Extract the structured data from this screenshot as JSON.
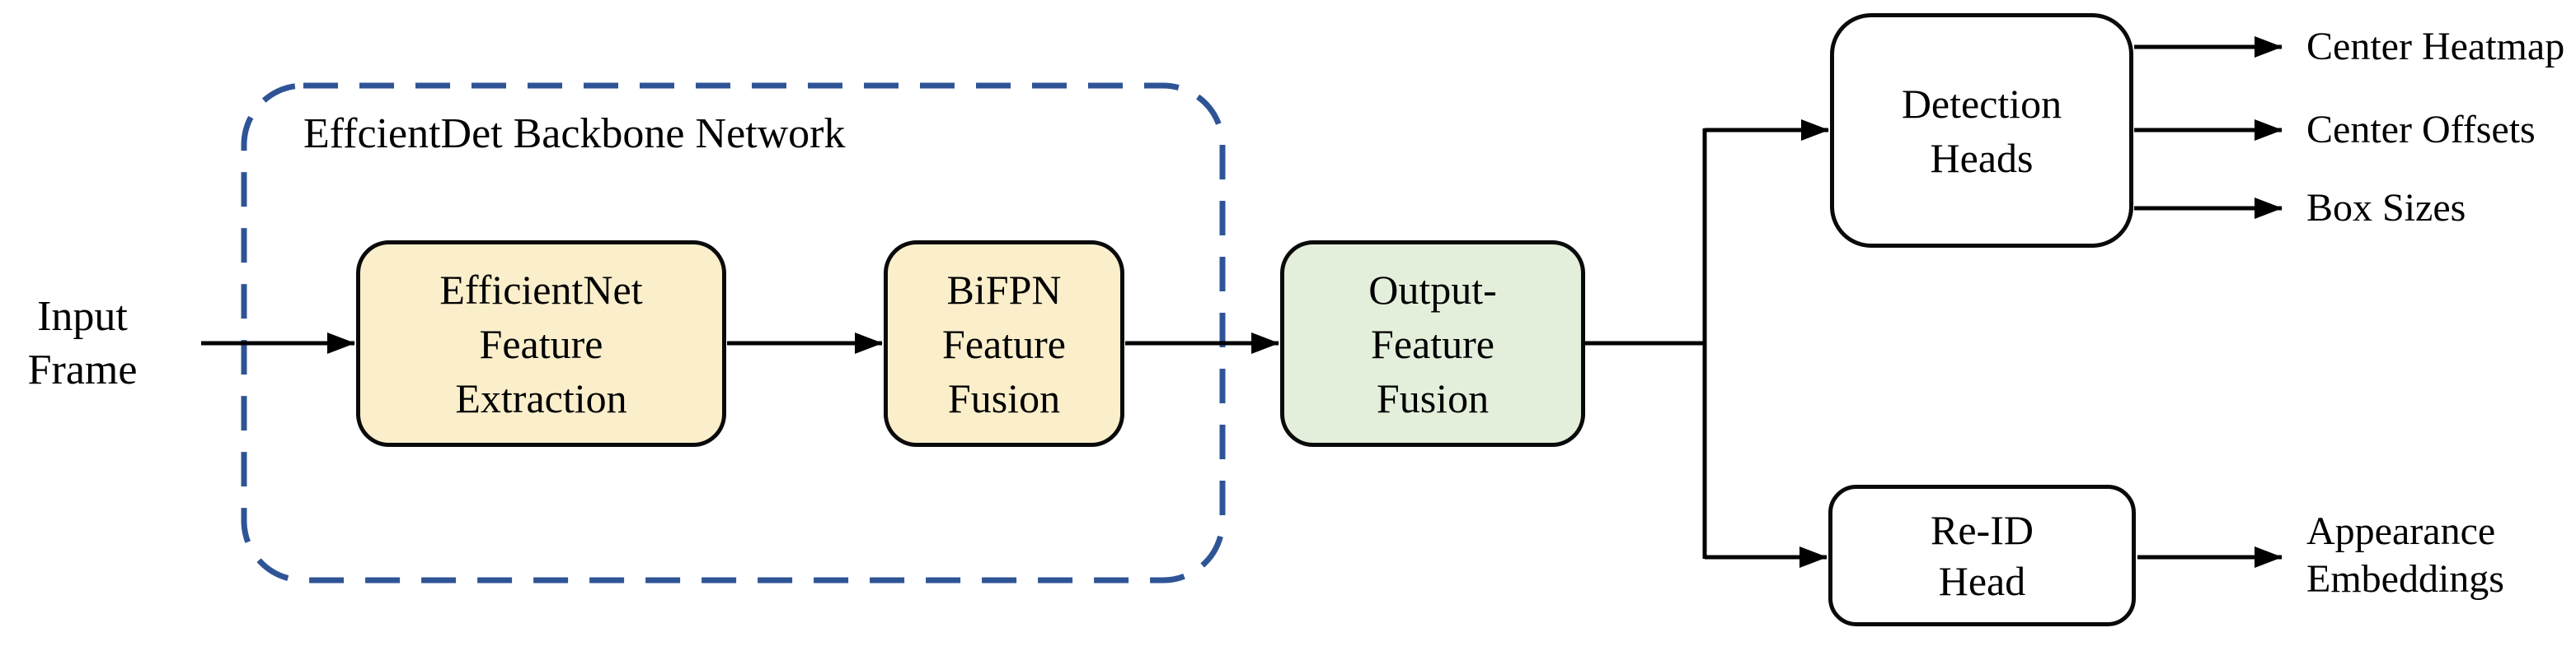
{
  "diagram": {
    "input_label": "Input\nFrame",
    "backbone_label": "EffcientDet Backbone Network",
    "nodes": {
      "efficientnet": {
        "label": "EfficientNet\nFeature\nExtraction",
        "fill": "#FBEFCB"
      },
      "bifpn": {
        "label": "BiFPN\nFeature\nFusion",
        "fill": "#FBEFCB"
      },
      "output_fusion": {
        "label": "Output-\nFeature\nFusion",
        "fill": "#E3EFDB"
      },
      "detection_heads": {
        "label": "Detection\nHeads",
        "fill": "#FFFFFF"
      },
      "reid_head": {
        "label": "Re-ID\nHead",
        "fill": "#FFFFFF"
      }
    },
    "outputs": {
      "center_heatmap": "Center Heatmap",
      "center_offsets": "Center Offsets",
      "box_sizes": "Box Sizes",
      "appearance_embeddings": "Appearance\nEmbeddings"
    },
    "colors": {
      "backbone_border": "#2F5496",
      "connector": "#000000",
      "node_border": "#0A0A0A"
    }
  }
}
